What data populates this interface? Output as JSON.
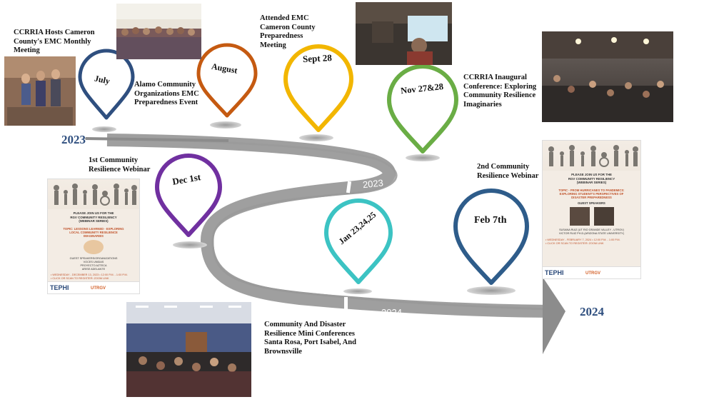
{
  "years": {
    "start": "2023",
    "end": "2024"
  },
  "road_labels": {
    "first": "2023",
    "second": "2024"
  },
  "markers": [
    {
      "label": "July",
      "color": "#2f4f7f"
    },
    {
      "label": "August",
      "color": "#c55a11"
    },
    {
      "label": "Sept 28",
      "color": "#f2b600"
    },
    {
      "label": "Nov 27&28",
      "color": "#6aad45"
    },
    {
      "label": "Dec 1st",
      "color": "#7030a0"
    },
    {
      "label": "Jan 23,24,25",
      "color": "#3cc3c3"
    },
    {
      "label": "Feb 7th",
      "color": "#2e5c8a"
    }
  ],
  "captions": {
    "cameron_hosts": "CCRRIA  Hosts Cameron\nCounty's EMC  Monthly\nMeeting",
    "alamo": "Alamo Community\nOrganizations EMC\nPreparedness Event",
    "attended_emc": "Attended  EMC\nCameron  County\nPreparedness\nMeeting",
    "inaugural": "CCRRIA  Inaugural\nConference:  Exploring\nCommunity  Resilience\nImaginaries",
    "webinar1": "1st Community\nResilience Webinar",
    "webinar2": "2nd Community\nResilience Webinar",
    "mini_conf": "Community  And Disaster\nResilience Mini Conferences\nSanta Rosa, Port Isabel, And\nBrownsville"
  },
  "flyer1": {
    "header": "PLEASE JOIN US FOR THE\nRGV COMMUNITY RESILIENCY\n(WEBINAR SERIES)",
    "topic": "TOPIC: LESSONS LEARNED - EXPLORING\nLOCAL COMMUNITY RESILIENCE\nIMAGINARIES",
    "speakers": "GUEST SPEAKERS/ORGANIZATIONS\nVOCES UNIDAS\nPROYECTO AZTECA\nARISE ADELANTE",
    "date": "• WEDNESDAY - DECEMBER 13, 2023 • 12:00 P.M. - 1:00 P.M.\n• CLICK OR SCAN TO REGISTER: ZOOM LINK",
    "logo1": "TEPHI",
    "logo2": "UTRGV"
  },
  "flyer2": {
    "header": "PLEASE JOIN US FOR THE\nRGV COMMUNITY RESILIENCY\n(WEBINAR SERIES)",
    "topic": "TOPIC - FROM HURRICANES TO PANDEMICS:\nEXPLORING STUDENT'S PERSPECTIVES OF\nDISASTER PREPAREDNESS",
    "speakers_title": "GUEST SPEAKERS",
    "speakers": "SUSANA RUIZ (UT RIO GRANDE VALLEY - UTRGV)\nVICTOR RUIZ PH.D.(ARIZONA STATE UNIVERSITY)",
    "date": "• WEDNESDAY - FEBRUARY 7, 2024 • 12:00 P.M. - 1:00 P.M.\n• CLICK OR SCAN TO REGISTER: ZOOM LINK",
    "logo1": "TEPHI",
    "logo2": "UTRGV"
  }
}
